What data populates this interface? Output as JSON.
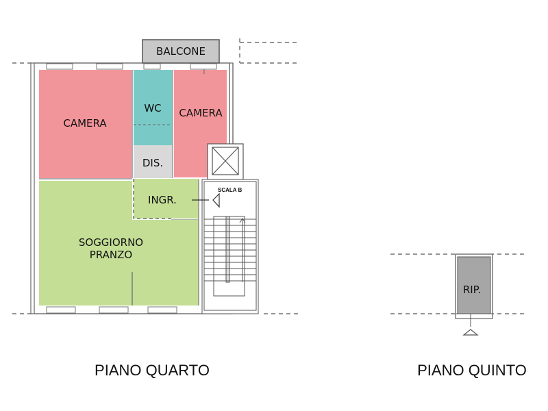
{
  "floors": [
    {
      "title": "PIANO QUARTO",
      "rooms": [
        {
          "id": "balcone",
          "label": "BALCONE",
          "color": "#c8c8c8"
        },
        {
          "id": "camera-1",
          "label": "CAMERA",
          "color": "#f2959a"
        },
        {
          "id": "wc",
          "label": "WC",
          "color": "#79cac6"
        },
        {
          "id": "camera-2",
          "label": "CAMERA",
          "color": "#f2959a"
        },
        {
          "id": "dis",
          "label": "DIS.",
          "color": "#d9d9d9"
        },
        {
          "id": "ingr",
          "label": "INGR.",
          "color": "#c4de96"
        },
        {
          "id": "soggiorno",
          "label_line1": "SOGGIORNO",
          "label_line2": "PRANZO",
          "color": "#c4de96"
        }
      ],
      "stair_label": "SCALA B"
    },
    {
      "title": "PIANO QUINTO",
      "rooms": [
        {
          "id": "rip",
          "label": "RIP.",
          "color": "#a6a6a6"
        }
      ]
    }
  ]
}
